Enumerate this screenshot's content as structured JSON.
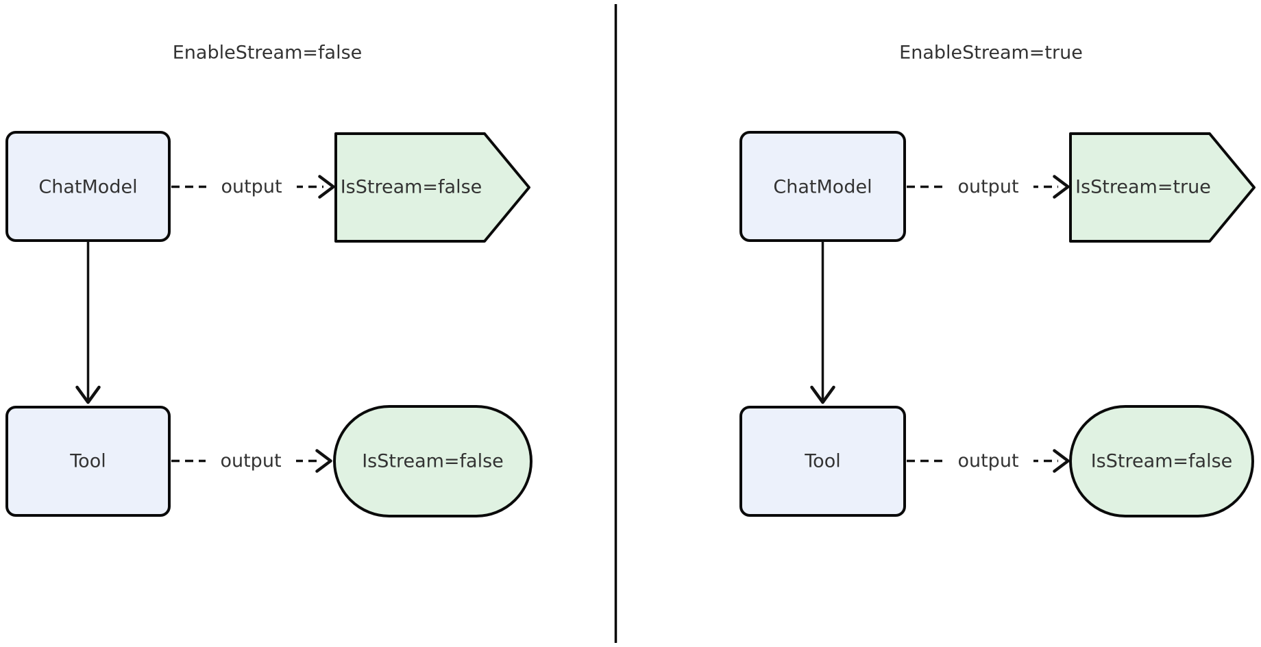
{
  "colors": {
    "background": "#FFFFFF",
    "process_node_fill": "#ECF1FB",
    "result_node_fill": "#E0F2E2",
    "node_stroke": "#0A0A0A",
    "edge_stroke": "#111111",
    "text": "#333333",
    "divider": "#000000"
  },
  "panels": [
    {
      "title": "EnableStream=false",
      "chat_model_label": "ChatModel",
      "tool_label": "Tool",
      "chat_output_label": "IsStream=false",
      "tool_output_label": "IsStream=false",
      "chat_edge_label": "output",
      "tool_edge_label": "output"
    },
    {
      "title": "EnableStream=true",
      "chat_model_label": "ChatModel",
      "tool_label": "Tool",
      "chat_output_label": "IsStream=true",
      "tool_output_label": "IsStream=false",
      "chat_edge_label": "output",
      "tool_edge_label": "output"
    }
  ]
}
